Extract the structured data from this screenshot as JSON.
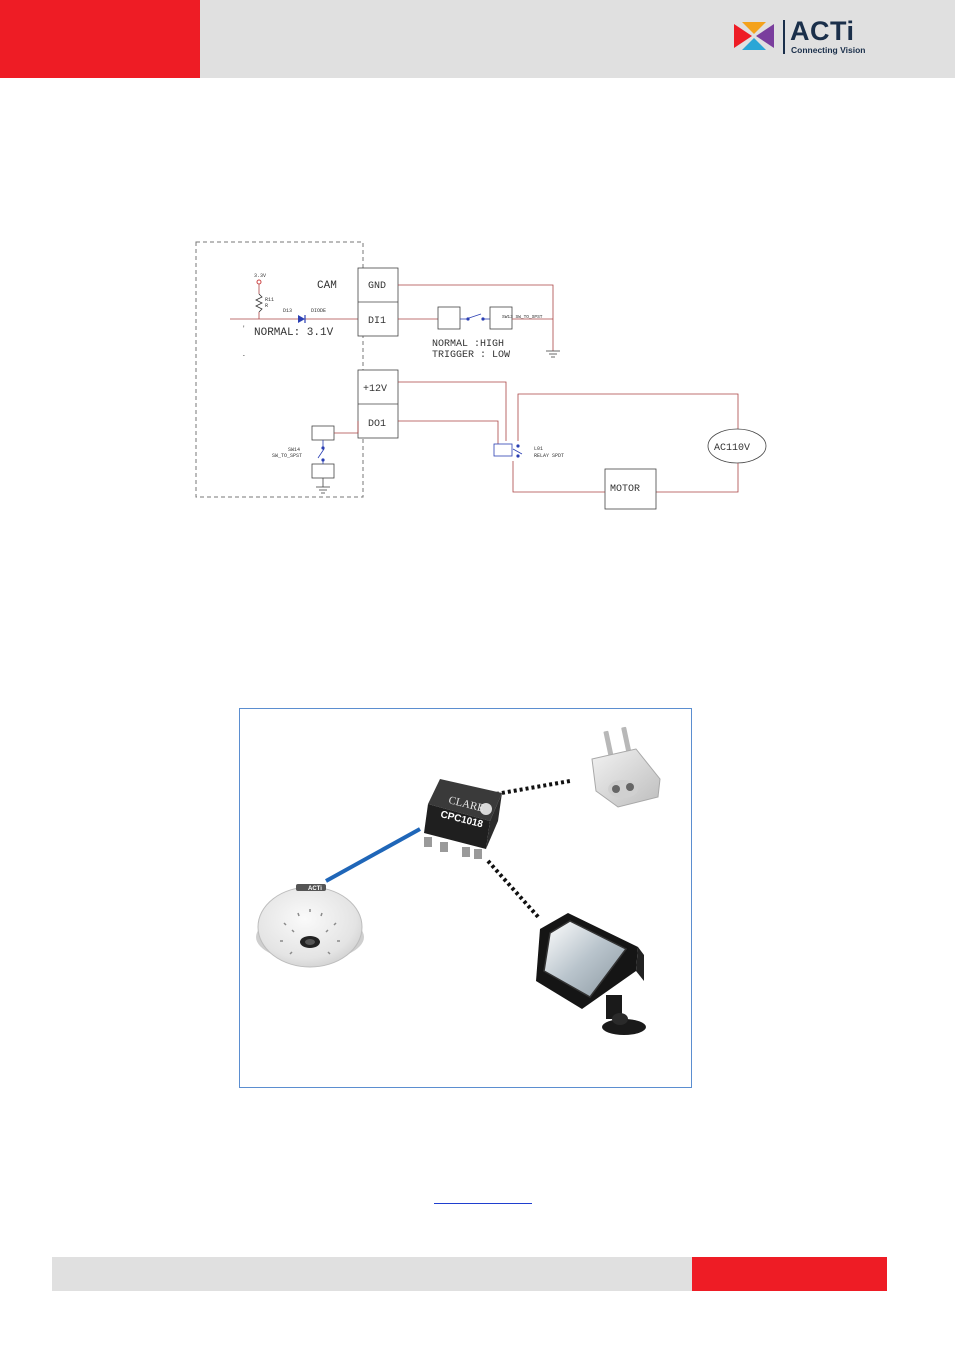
{
  "header": {
    "logo_text": "ACTi",
    "logo_tagline": "Connecting Vision",
    "colors": {
      "accent_red": "#ee1c25",
      "band_gray": "#e0e0e0",
      "logo_navy": "#1a2f4a"
    }
  },
  "schematic": {
    "cam_label": "CAM",
    "normal_voltage": "NORMAL: 3.1V",
    "terminals": {
      "gnd": "GND",
      "di1": "DI1",
      "v12": "+12V",
      "do1": "DO1"
    },
    "supply_label": "3.3V",
    "resistor_label": "R11",
    "resistor_value": "R",
    "diode_ref": "D13",
    "diode_label": "DIODE",
    "input_switch_label": "SW13  SW_TO_SPST",
    "trigger_note": {
      "line1": "NORMAL  :HIGH",
      "line2": "TRIGGER : LOW"
    },
    "output_switch_ref": "SW14",
    "output_switch_label": "SW_TO_SPST",
    "relay_ref": "L01",
    "relay_label": "RELAY SPDT",
    "ac_source": "AC110V",
    "load": "MOTOR"
  },
  "illustration": {
    "relay_brand": "CLARE",
    "relay_model": "CPC1018",
    "camera_brand": "ACTi"
  },
  "footer": {
    "colors": {
      "band_gray": "#e0e0e0",
      "accent_red": "#ee1c25",
      "link_blue": "#1f3fcf"
    }
  }
}
